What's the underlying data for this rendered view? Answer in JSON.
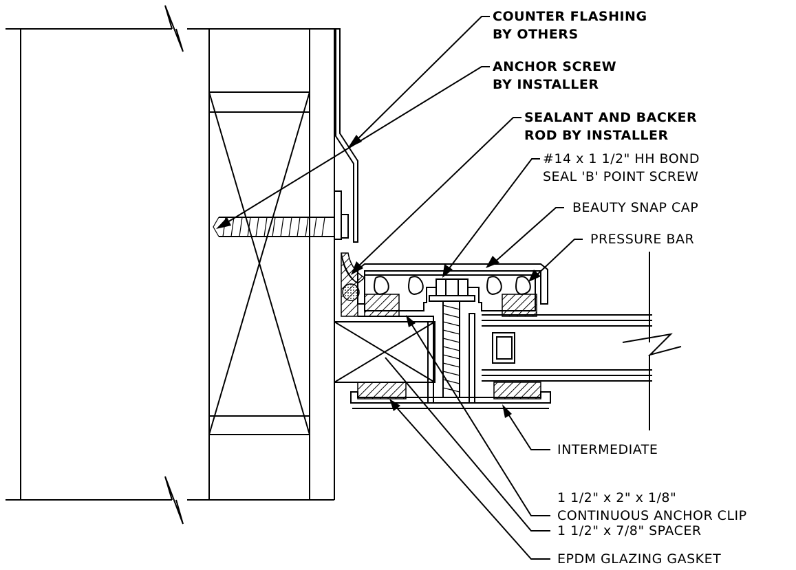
{
  "labels": {
    "counter_flashing": [
      "COUNTER FLASHING",
      "BY OTHERS"
    ],
    "anchor_screw": [
      "ANCHOR SCREW",
      "BY INSTALLER"
    ],
    "sealant": [
      "SEALANT AND BACKER",
      "ROD BY INSTALLER"
    ],
    "hh_screw": [
      "#14 x 1 1/2\" HH BOND",
      "SEAL 'B' POINT SCREW"
    ],
    "snap_cap": [
      "BEAUTY SNAP CAP"
    ],
    "pressure_bar": [
      "PRESSURE BAR"
    ],
    "intermediate": [
      "INTERMEDIATE"
    ],
    "anchor_clip": [
      "1 1/2\" x 2\" x 1/8\"",
      "CONTINUOUS ANCHOR CLIP"
    ],
    "spacer": [
      "1 1/2\" x 7/8\" SPACER"
    ],
    "gasket": [
      "EPDM GLAZING GASKET"
    ]
  }
}
